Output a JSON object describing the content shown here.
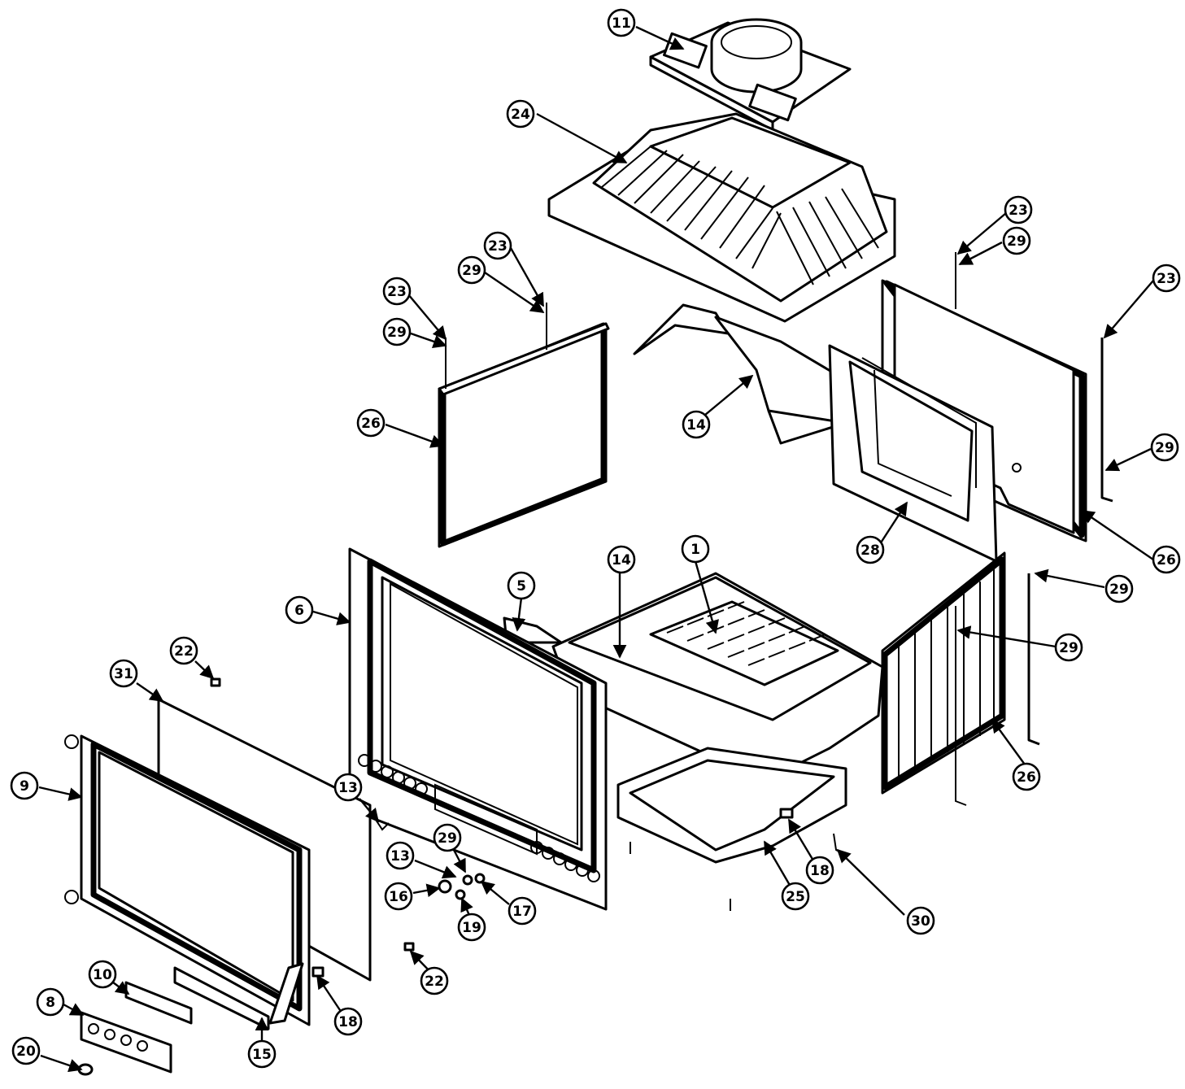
{
  "callouts": [
    {
      "id": "11"
    },
    {
      "id": "24"
    },
    {
      "id": "23"
    },
    {
      "id": "29"
    },
    {
      "id": "23"
    },
    {
      "id": "29"
    },
    {
      "id": "26"
    },
    {
      "id": "23"
    },
    {
      "id": "29"
    },
    {
      "id": "23"
    },
    {
      "id": "29"
    },
    {
      "id": "26"
    },
    {
      "id": "14"
    },
    {
      "id": "28"
    },
    {
      "id": "14"
    },
    {
      "id": "1"
    },
    {
      "id": "5"
    },
    {
      "id": "6"
    },
    {
      "id": "29"
    },
    {
      "id": "29"
    },
    {
      "id": "26"
    },
    {
      "id": "22"
    },
    {
      "id": "31"
    },
    {
      "id": "9"
    },
    {
      "id": "13"
    },
    {
      "id": "29"
    },
    {
      "id": "13"
    },
    {
      "id": "16"
    },
    {
      "id": "17"
    },
    {
      "id": "19"
    },
    {
      "id": "25"
    },
    {
      "id": "18"
    },
    {
      "id": "30"
    },
    {
      "id": "22"
    },
    {
      "id": "10"
    },
    {
      "id": "8"
    },
    {
      "id": "20"
    },
    {
      "id": "18"
    },
    {
      "id": "15"
    }
  ]
}
